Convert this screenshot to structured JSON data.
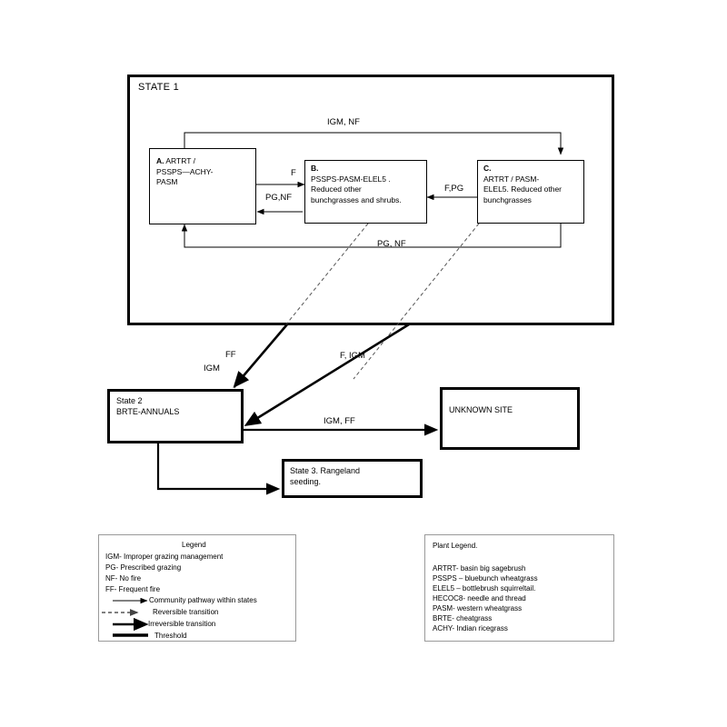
{
  "diagram": {
    "state1": {
      "title": "STATE 1",
      "boxes": [
        {
          "id": "A",
          "prefix": "A.",
          "text": " ARTRT /\nPSSPS—ACHY-\nPASM"
        },
        {
          "id": "B",
          "prefix": "B.",
          "text": "\nPSSPS-PASM-ELEL5 .\nReduced other\nbunchgrasses and shrubs."
        },
        {
          "id": "C",
          "prefix": "C.",
          "text": "\nARTRT /  PASM-\nELEL5. Reduced other\nbunchgrasses"
        }
      ]
    },
    "state2": {
      "line1": "State 2",
      "line2": "BRTE-ANNUALS"
    },
    "state3": {
      "line1": "State 3.  Rangeland",
      "line2": "seeding."
    },
    "unknown_site": {
      "label": "UNKNOWN SITE"
    },
    "transition_labels": {
      "igm_nf_top": "IGM, NF",
      "f_a_to_b": "F",
      "pg_nf_b_to_a": "PG,NF",
      "f_pg_c_to_b": "F,PG",
      "pg_nf_bottom": "PG, NF",
      "ff": "FF",
      "igm": "IGM",
      "f_igm": "F, IGM",
      "igm_ff": "IGM, FF"
    }
  },
  "legend": {
    "title": "Legend",
    "abbreviations": [
      "IGM- Improper grazing management",
      "PG- Prescribed grazing",
      "NF- No fire",
      "FF- Frequent fire"
    ],
    "symbols": [
      {
        "kind": "thin-arrow",
        "label": "Community pathway within states"
      },
      {
        "kind": "dashed-arrow",
        "label": "Reversible transition"
      },
      {
        "kind": "thick-arrow",
        "label": "Irreversible transition"
      },
      {
        "kind": "thick-bar",
        "label": "Threshold"
      }
    ]
  },
  "plant_legend": {
    "title": "Plant Legend.",
    "entries": [
      "ARTRT- basin big sagebrush",
      "PSSPS – bluebunch wheatgrass",
      "ELEL5 – bottlebrush squirreltail.",
      "HECOC8- needle and thread",
      "PASM- western wheatgrass",
      "BRTE- cheatgrass",
      "ACHY- Indian ricegrass"
    ]
  }
}
